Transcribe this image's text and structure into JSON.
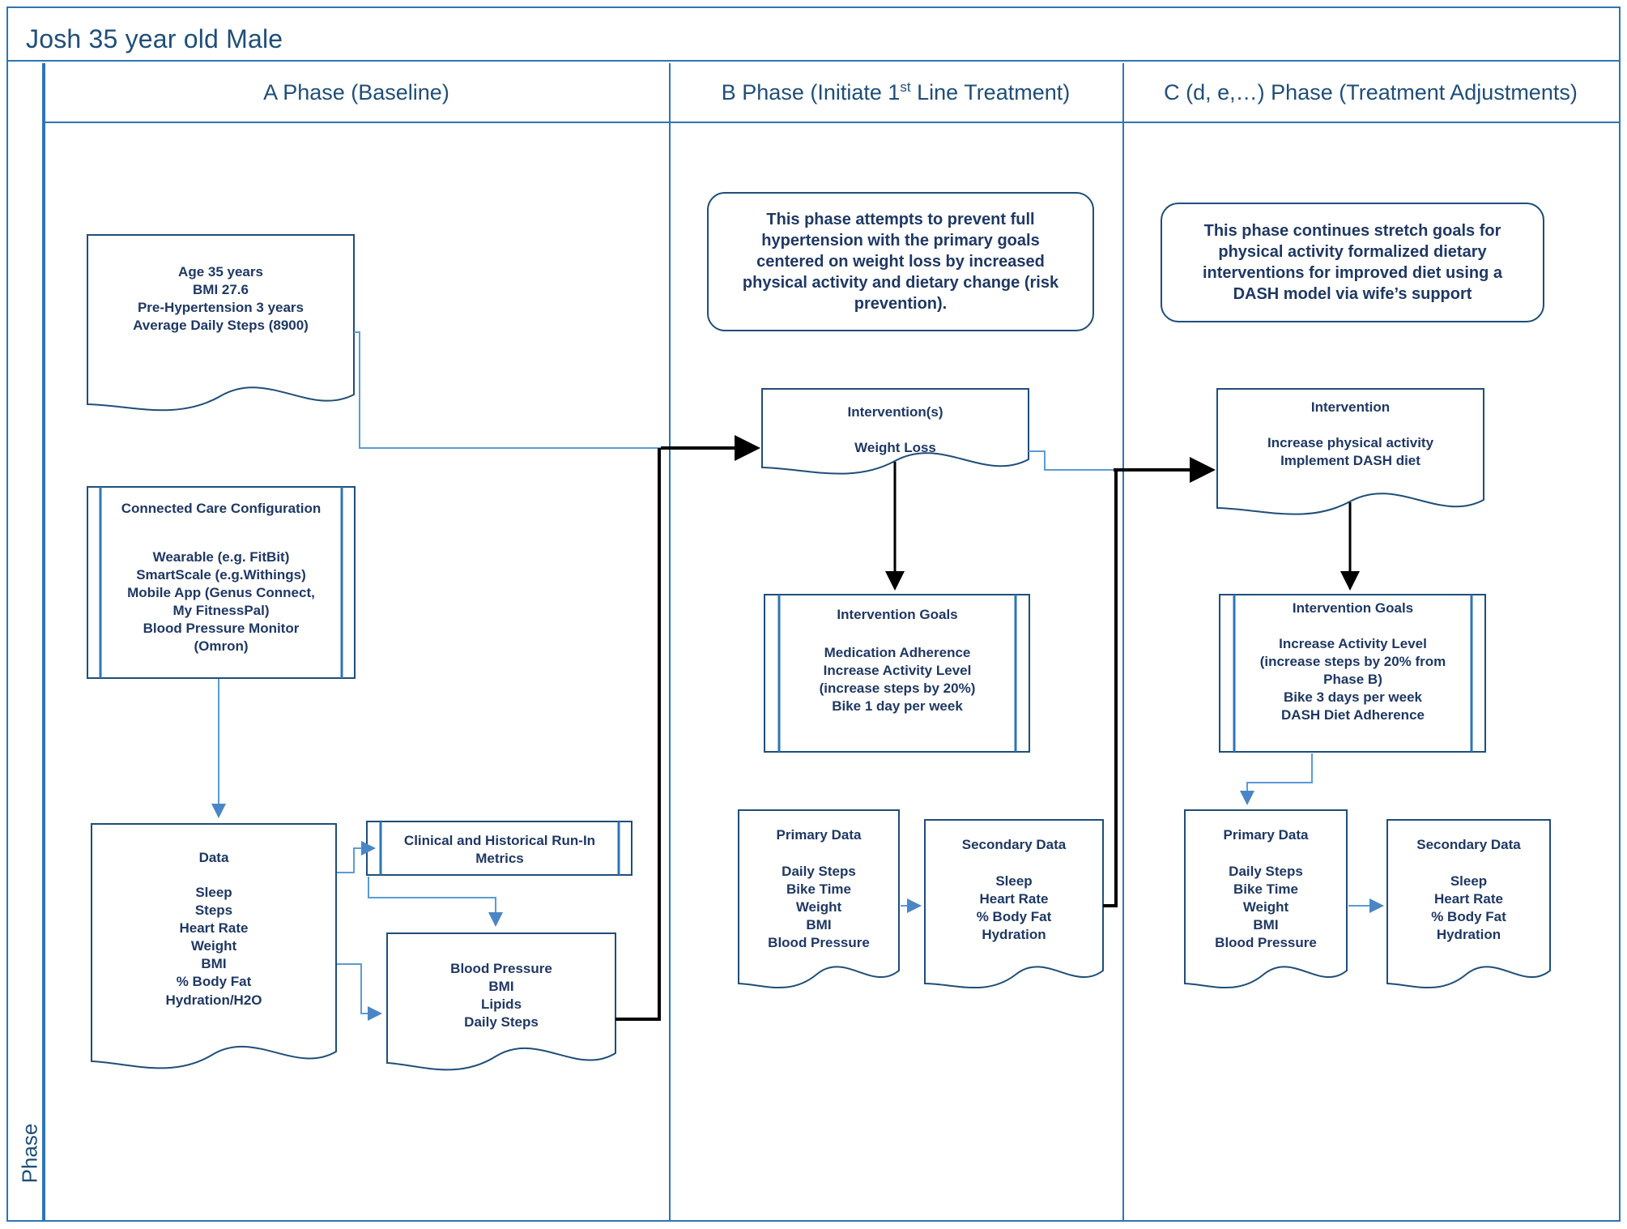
{
  "title": "Josh 35 year old Male",
  "swimlane_label": "Phase",
  "phases": [
    {
      "id": "A",
      "header_pre": "A Phase (Baseline)",
      "header_sup": "",
      "header_post": ""
    },
    {
      "id": "B",
      "header_pre": "B Phase (Initiate 1",
      "header_sup": "st",
      "header_post": " Line Treatment)"
    },
    {
      "id": "C",
      "header_pre": "C (d, e,…) Phase (Treatment Adjustments)",
      "header_sup": "",
      "header_post": ""
    }
  ],
  "colors": {
    "frame": "#2e75b6",
    "node_border": "#1f4e79",
    "text": "#1f3864",
    "header_text": "#1f4e79",
    "arrow_light": "#5b9bd5",
    "arrow_dark": "#000000"
  },
  "nodes": {
    "baseline_profile": {
      "lines": [
        "Age 35 years",
        "BMI 27.6",
        "Pre-Hypertension 3 years",
        "Average Daily Steps (8900)"
      ]
    },
    "connected_care": {
      "title": "Connected Care Configuration",
      "lines": [
        "Wearable (e.g. FitBit)",
        "SmartScale (e.g.Withings)",
        "Mobile App (Genus Connect,",
        "My FitnessPal)",
        "Blood Pressure Monitor",
        "(Omron)"
      ]
    },
    "data_a": {
      "title": "Data",
      "lines": [
        "Sleep",
        "Steps",
        "Heart Rate",
        "Weight",
        "BMI",
        "% Body Fat",
        "Hydration/H2O"
      ]
    },
    "clinical_runin": {
      "lines": [
        "Clinical and Historical  Run-In",
        "Metrics"
      ]
    },
    "blood_pressure": {
      "lines": [
        "Blood Pressure",
        "BMI",
        "Lipids",
        "Daily Steps"
      ]
    },
    "callout_b": {
      "lines": [
        "This phase attempts to prevent full",
        "hypertension with the primary goals",
        "centered on weight loss by increased",
        "physical activity and dietary change (risk",
        "prevention)."
      ]
    },
    "callout_c": {
      "lines": [
        "This phase continues stretch goals for",
        "physical activity formalized dietary",
        "interventions for improved diet using a",
        "DASH model via wife’s support"
      ]
    },
    "intervention_b": {
      "title": "Intervention(s)",
      "lines": [
        "Weight Loss"
      ]
    },
    "goals_b": {
      "title": "Intervention Goals",
      "lines": [
        "Medication Adherence",
        "Increase Activity Level",
        "(increase steps by 20%)",
        "Bike 1 day per week"
      ]
    },
    "primary_b": {
      "title": "Primary Data",
      "lines": [
        "Daily Steps",
        "Bike Time",
        "Weight",
        "BMI",
        "Blood Pressure"
      ]
    },
    "secondary_b": {
      "title": "Secondary  Data",
      "lines": [
        "Sleep",
        "Heart Rate",
        "% Body Fat",
        "Hydration"
      ]
    },
    "intervention_c": {
      "title": "Intervention",
      "lines": [
        "Increase physical activity",
        "Implement DASH diet"
      ]
    },
    "goals_c": {
      "title": "Intervention Goals",
      "lines": [
        "Increase Activity Level",
        "(increase steps by 20% from",
        "Phase B)",
        "Bike 3 days per week",
        "DASH Diet Adherence"
      ]
    },
    "primary_c": {
      "title": "Primary Data",
      "lines": [
        "Daily Steps",
        "Bike Time",
        "Weight",
        "BMI",
        "Blood Pressure"
      ]
    },
    "secondary_c": {
      "title": "Secondary  Data",
      "lines": [
        "Sleep",
        "Heart Rate",
        "% Body Fat",
        "Hydration"
      ]
    }
  }
}
